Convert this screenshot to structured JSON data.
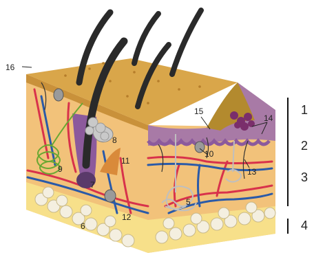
{
  "diagram": {
    "callout_labels": [
      "16",
      "15",
      "14",
      "8",
      "10",
      "11",
      "13",
      "9",
      "7",
      "5",
      "12",
      "6"
    ],
    "layer_labels": [
      "1",
      "2",
      "3",
      "4"
    ],
    "colors": {
      "epidermis_top": "#d9a64a",
      "epidermis_side": "#8c5a9c",
      "dermis": "#f2c27a",
      "subcutis": "#f7e08a",
      "fat_cells": "#f4efe0",
      "hair": "#2a2a2a",
      "artery": "#d8324b",
      "vein": "#2a5aa8",
      "sweat_gland": "#bfbfbf",
      "sebaceous_gland": "#c9c9c9",
      "coiled_gland": "#6aa832",
      "pigment_cells": "#7a2e6b"
    }
  }
}
